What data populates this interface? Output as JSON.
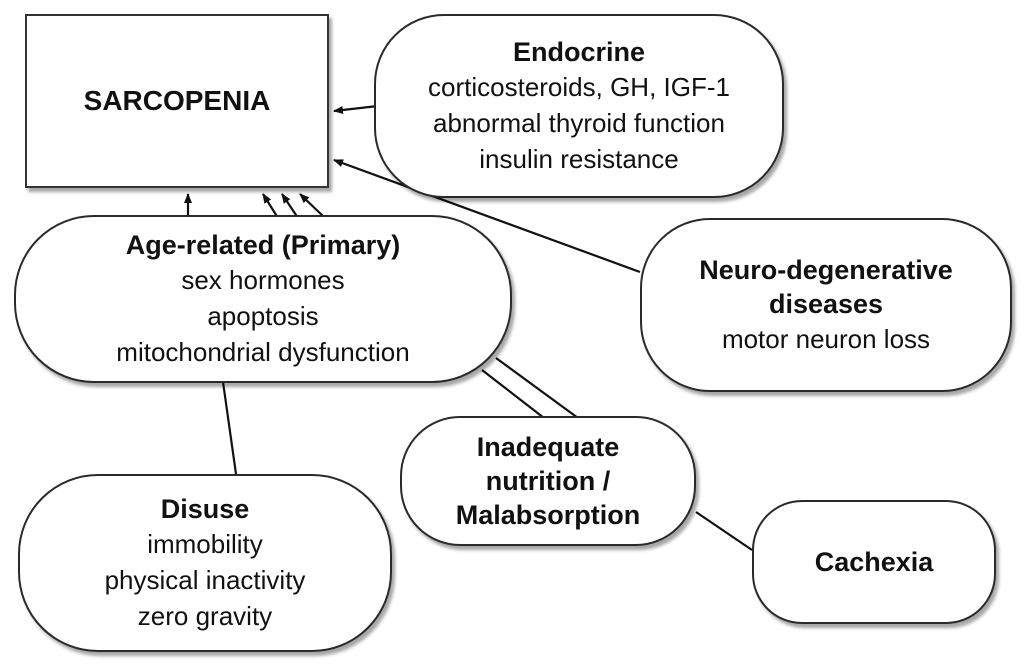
{
  "main_box": {
    "title": "SARCOPENIA"
  },
  "endocrine": {
    "title": "Endocrine",
    "lines": [
      "corticosteroids, GH, IGF-1",
      "abnormal thyroid function",
      "insulin resistance"
    ]
  },
  "age_related": {
    "title": "Age-related (Primary)",
    "lines": [
      "sex hormones",
      "apoptosis",
      "mitochondrial dysfunction"
    ]
  },
  "neuro": {
    "title_lines": [
      "Neuro-degenerative",
      "diseases"
    ],
    "lines": [
      "motor neuron loss"
    ]
  },
  "nutrition": {
    "title_lines": [
      "Inadequate",
      "nutrition /",
      "Malabsorption"
    ]
  },
  "disuse": {
    "title": "Disuse",
    "lines": [
      "immobility",
      "physical inactivity",
      "zero gravity"
    ]
  },
  "cachexia": {
    "title": "Cachexia"
  }
}
